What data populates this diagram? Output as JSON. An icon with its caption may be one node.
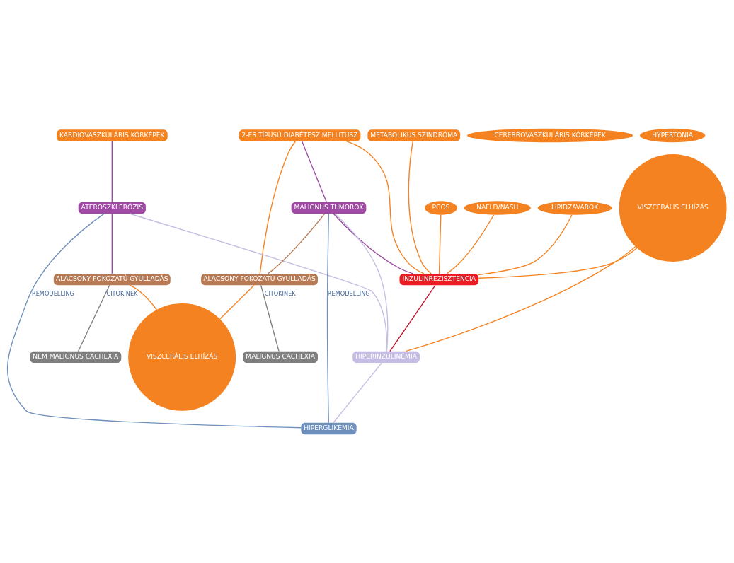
{
  "diagram": {
    "nodes": [
      {
        "text": [
          "METABOLIKUS SZINDRÓMA"
        ]
      },
      {
        "text": [
          "2-ES TÍPUSÚ DIABÉTESZ MELLITUSZ"
        ]
      },
      {
        "text": [
          "CEREBROVASZKULÁRIS KÓRKÉPEK"
        ]
      },
      {
        "text": [
          "HYPERTONIA"
        ]
      },
      {
        "text": [
          "KARDIOVASZKULÁRIS KÓRKÉPEK"
        ]
      },
      {
        "text": [
          "PCOS"
        ]
      },
      {
        "text": [
          "NAFLD/NASH"
        ]
      },
      {
        "text": [
          "LIPIDZAVAROK"
        ]
      },
      {
        "text": [
          "VISZCERÁLIS ELHÍZÁS"
        ]
      },
      {
        "text": [
          "ATEROSZKLERÓZIS"
        ]
      },
      {
        "text": [
          "MALIGNUS TUMOROK"
        ]
      },
      {
        "text": [
          "INZULINREZISZTENCIA"
        ]
      },
      {
        "text": [
          "HIPERINZULINÉMIA"
        ]
      },
      {
        "text": [
          "HIPERGLIKÉMIA"
        ]
      },
      {
        "text": [
          "ALACSONY FOKOZATÚ GYULLADÁS"
        ]
      },
      {
        "text": [
          "ALACSONY FOKOZATÚ GYULLADÁS"
        ]
      },
      {
        "text": [
          "VISZCERÁLIS ELHÍZÁS"
        ]
      },
      {
        "text": [
          "MALIGNUS CACHEXIA"
        ]
      },
      {
        "text": [
          "NEM MALIGNUS CACHEXIA"
        ]
      }
    ],
    "edges": [
      {
        "from": 1,
        "to": 11,
        "arrow": "none"
      },
      {
        "from": 5,
        "to": 11,
        "arrow": "none"
      },
      {
        "from": 6,
        "to": 11,
        "arrow": "none"
      },
      {
        "from": 7,
        "to": 11,
        "arrow": "none"
      },
      {
        "from": 0,
        "to": 11,
        "arrow": "none"
      },
      {
        "from": 8,
        "to": 11,
        "arrow": "none"
      },
      {
        "from": 1,
        "to": 10,
        "arrow": "none",
        "color": "#9e4aa3"
      },
      {
        "from": 1,
        "to": 15,
        "arrow": "none"
      },
      {
        "from": 4,
        "to": 9,
        "arrow": "none",
        "color": "#9e4aa3"
      },
      {
        "from": 10,
        "to": 11,
        "arrow": "none",
        "color": "#9e4aa3"
      },
      {
        "from": 11,
        "to": 12,
        "arrow": "none",
        "color": "#c8102e"
      },
      {
        "from": 10,
        "to": 12,
        "arrow": "none",
        "color": "#c5bde3"
      },
      {
        "from": 12,
        "to": 13,
        "arrow": "none",
        "color": "#c5bde3"
      },
      {
        "from": 8,
        "to": 12,
        "arrow": "none"
      },
      {
        "from": 9,
        "to": 12,
        "arrow": "none",
        "color": "#c5bde3"
      },
      {
        "from": 9,
        "to": 13,
        "label": "REMODELLING",
        "arrow": "none",
        "color": "#6f8fbd"
      },
      {
        "from": 10,
        "to": 13,
        "label": "REMODELLING",
        "arrow": "none",
        "color": "#6f8fbd"
      },
      {
        "from": 9,
        "to": 14,
        "arrow": "none",
        "color": "#9e4aa3"
      },
      {
        "from": 10,
        "to": 15,
        "arrow": "none",
        "color": "#b87a55"
      },
      {
        "from": 15,
        "to": 16,
        "arrow": "none"
      },
      {
        "from": 14,
        "to": 16,
        "arrow": "none"
      },
      {
        "from": 15,
        "to": 17,
        "label": "CITOKINEK",
        "arrow": "none",
        "color": "#7f7f7f"
      },
      {
        "from": 14,
        "to": 18,
        "label": "CITOKINEK",
        "arrow": "none",
        "color": "#7f7f7f"
      }
    ]
  }
}
